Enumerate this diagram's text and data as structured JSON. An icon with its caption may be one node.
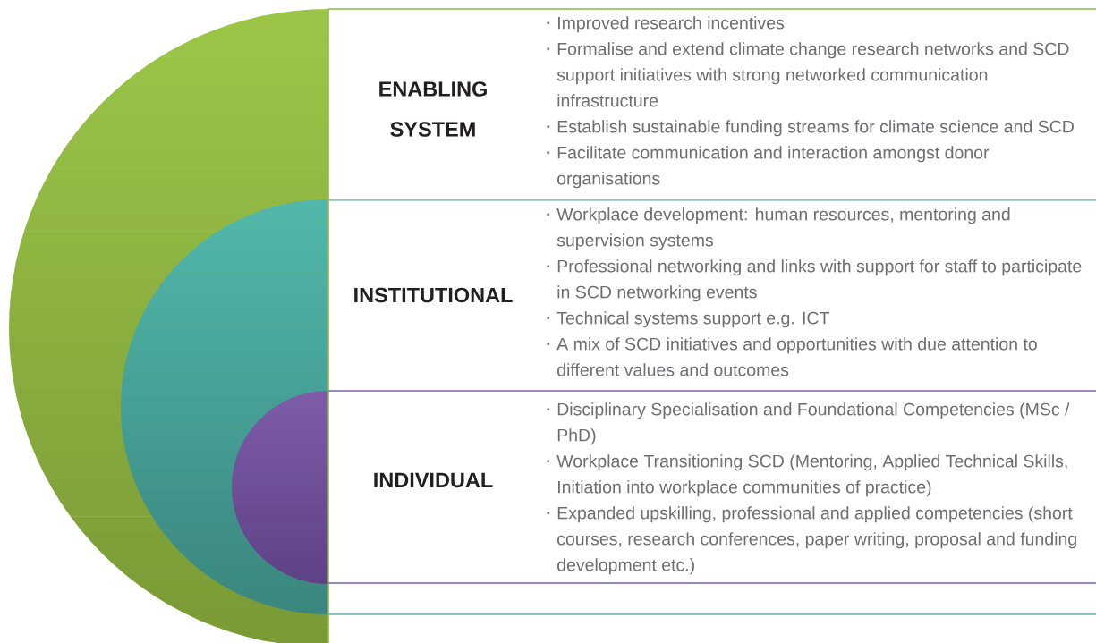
{
  "diagram": {
    "nodes": [
      {
        "text": [
          "ENABLING SYSTEM",
          "Improved research incentives",
          "Formalise and extend climate change research networks and SCD support initiatives with strong networked communication infrastructure",
          "Establish sustainable funding streams for climate science and SCD",
          "Facilitate communication and interaction amongst donor organisations"
        ]
      },
      {
        "text": [
          "INSTITUTIONAL",
          "Workplace development: human resources, mentoring and supervision systems",
          "Professional networking and links with support for staff to participate in SCD networking events",
          "Technical systems support e.g. ICT",
          "A mix of SCD initiatives and opportunities with due attention to different values and outcomes"
        ],
        "in": 0
      },
      {
        "text": [
          "INDIVIDUAL",
          "Disciplinary Specialisation and Foundational Competencies (MSc / PhD)",
          "Workplace Transitioning SCD (Mentoring, Applied Technical Skills, Initiation into workplace communities of practice)",
          "Expanded upskilling, professional and applied competencies (short courses, research conferences, paper writing, proposal and funding development etc.)"
        ],
        "in": 1
      }
    ]
  }
}
